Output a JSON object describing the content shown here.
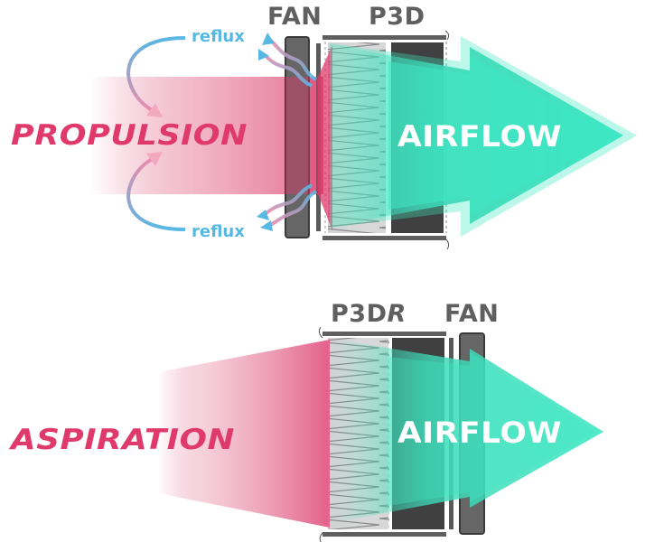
{
  "top_diagram": {
    "mode_label": "PROPULSION",
    "fan_label": "FAN",
    "filter_label": "P3D",
    "airflow_label": "AIRFLOW",
    "reflux_top_label": "reflux",
    "reflux_bottom_label": "reflux"
  },
  "bottom_diagram": {
    "mode_label": "ASPIRATION",
    "filter_label_main": "P3D",
    "filter_label_suffix": "R",
    "fan_label": "FAN",
    "airflow_label": "AIRFLOW"
  },
  "colors": {
    "pink": "#e03a6c",
    "pink_gradient_end": "#e56f92",
    "teal": "#3ee8c4",
    "teal_dark": "#34c4a6",
    "reflux_blue": "#58b8e4",
    "frame_gray": "#5f5f5f",
    "filter_dark": "#404040",
    "filter_light": "#d6d6d6",
    "fan_gray": "#666666"
  }
}
